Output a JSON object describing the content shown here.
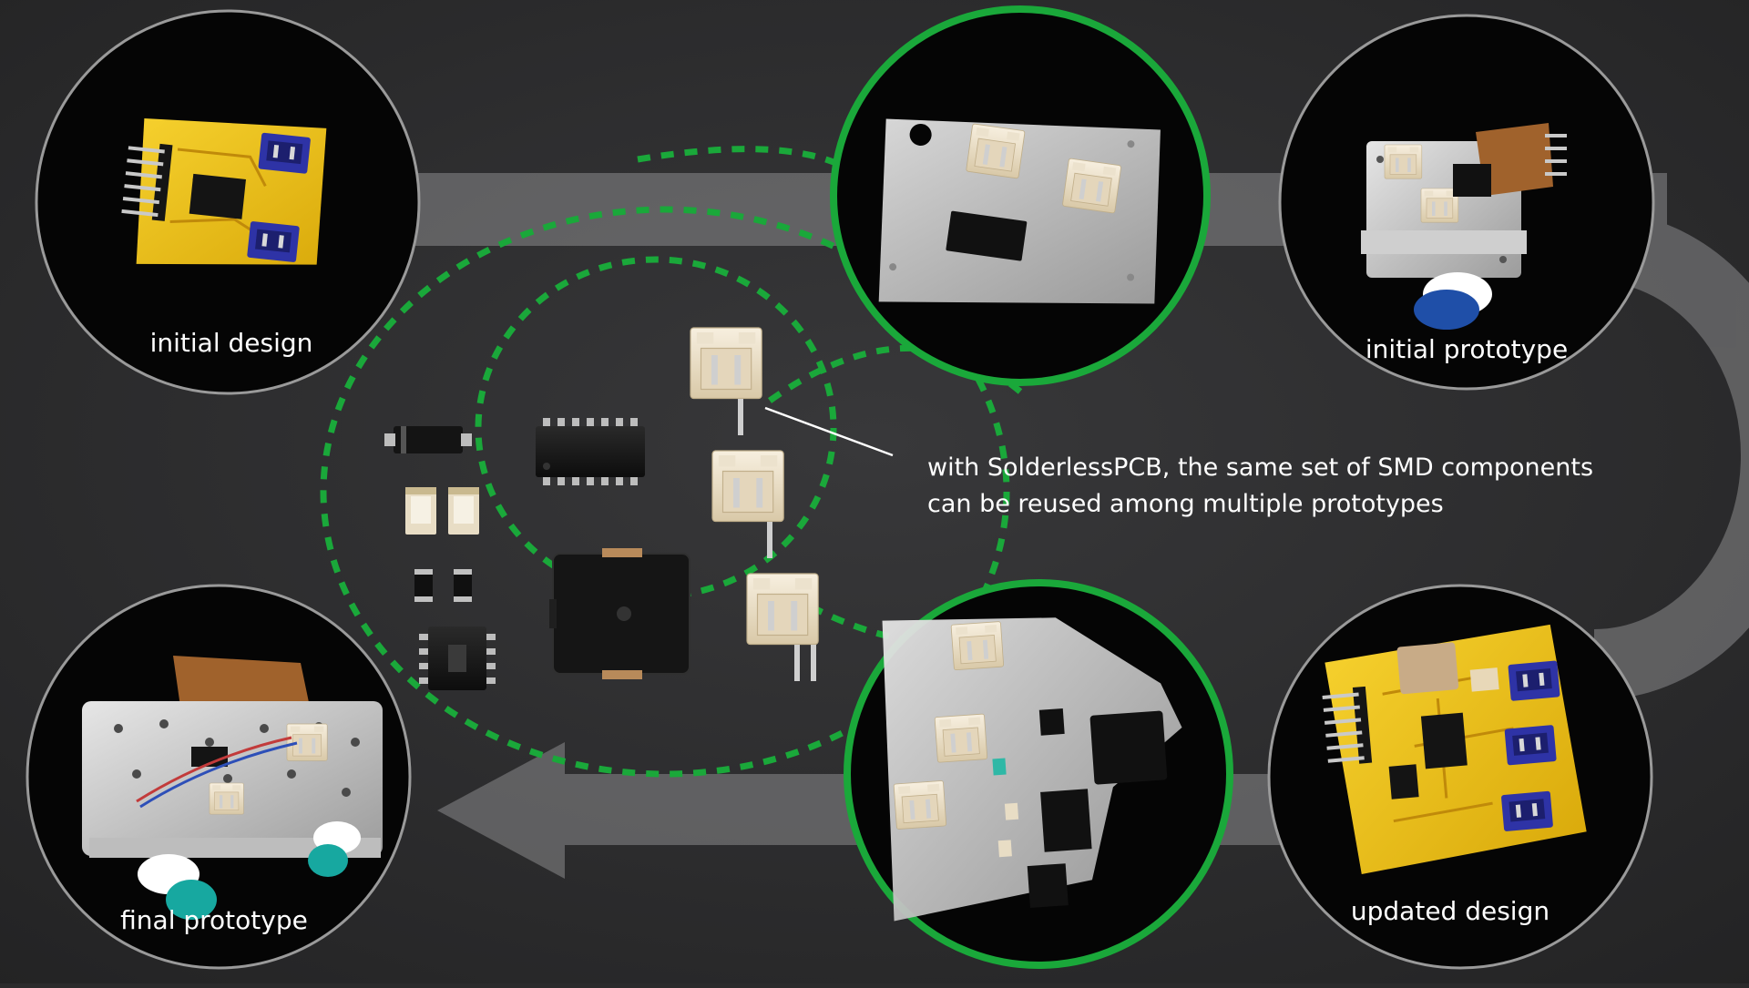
{
  "figure": {
    "callout_line1": "with SolderlessPCB, the same set of SMD components",
    "callout_line2": "can be reused among multiple prototypes",
    "colors": {
      "background": "#2b2b2c",
      "accent_green": "#1aa83a",
      "arrow_gray": "#8a8a8c",
      "pcb_yellow": "#f2c51a",
      "connector_blue": "#2e33a6",
      "resin_clear": "#d8d8d8",
      "connector_white": "#efe4cf"
    },
    "nodes": [
      {
        "id": "initial-design",
        "label": "initial design",
        "icon": "yellow-pcb-icon"
      },
      {
        "id": "initial-prototype",
        "label": "initial prototype",
        "icon": "stacked-robot-prototype-icon"
      },
      {
        "id": "updated-design",
        "label": "updated design",
        "icon": "yellow-pcb-icon"
      },
      {
        "id": "final-prototype",
        "label": "final prototype",
        "icon": "robot-prototype-icon"
      }
    ],
    "highlight_nodes": [
      {
        "id": "solderless-board-top",
        "icon": "clear-resin-board-icon"
      },
      {
        "id": "solderless-board-bottom",
        "icon": "clear-resin-board-icon"
      }
    ],
    "components": [
      "sod-diode-icon",
      "soic-ic-icon",
      "jst-connector-icon",
      "led-icon",
      "chip-resistor-icon",
      "buzzer-icon",
      "soic8-ic-icon"
    ]
  }
}
